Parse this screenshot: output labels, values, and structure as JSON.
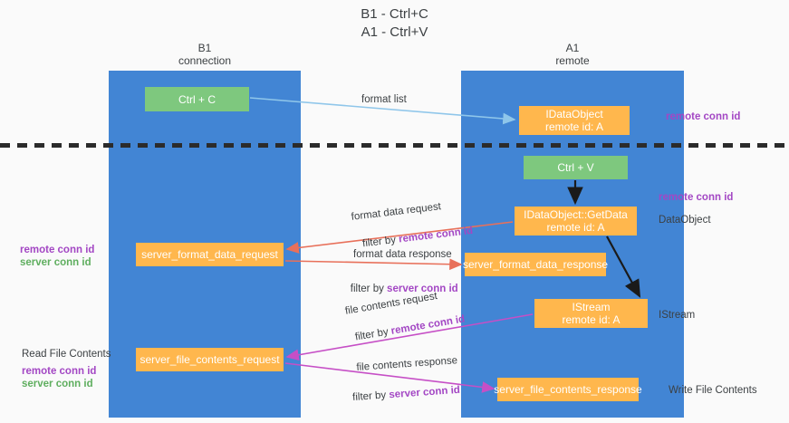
{
  "title": "B1 - Ctrl+C\nA1 - Ctrl+V",
  "lanes": [
    {
      "name": "b1",
      "head": "B1\nconnection"
    },
    {
      "name": "a1",
      "head": "A1\nremote"
    }
  ],
  "nodes": {
    "ctrl_c": "Ctrl + C",
    "idataobject": "IDataObject\nremote id: A",
    "ctrl_v": "Ctrl + V",
    "getdata": "IDataObject::GetData\nremote id: A",
    "server_format_data_request": "server_format_data_request",
    "server_format_data_response": "server_format_data_response",
    "istream": "IStream\nremote id: A",
    "server_file_contents_request": "server_file_contents_request",
    "server_file_contents_response": "server_file_contents_response"
  },
  "edge_labels": {
    "format_list": "format list",
    "format_data_request": "format data request",
    "format_data_response": "format data response",
    "file_contents_request": "file contents request",
    "file_contents_response": "file contents response",
    "filter_by": "filter by ",
    "remote_conn_id": "remote conn id",
    "server_conn_id": "server conn id"
  },
  "annotations": {
    "right_remote_conn_id_top": "remote conn id",
    "right_remote_conn_id_mid": "remote conn id",
    "right_dataobject": "DataObject",
    "right_istream": "IStream",
    "right_write_file_contents": "Write File Contents",
    "left_read_file_contents": "Read File Contents",
    "left_stack_remote": "remote conn id",
    "left_stack_server": "server conn id",
    "left_stack2_remote": "remote conn id",
    "left_stack2_server": "server conn id"
  },
  "colors": {
    "lane": "#4285d4",
    "green_node": "#7ec87e",
    "orange_node": "#ffb74d",
    "purple": "#a347c4",
    "green_text": "#5fae5f",
    "light_blue_arrow": "#8fc6ea",
    "red_arrow": "#e8705a",
    "magenta_arrow": "#c64fc6",
    "black_arrow": "#1a1a1a",
    "page_bg": "#fafafa"
  }
}
